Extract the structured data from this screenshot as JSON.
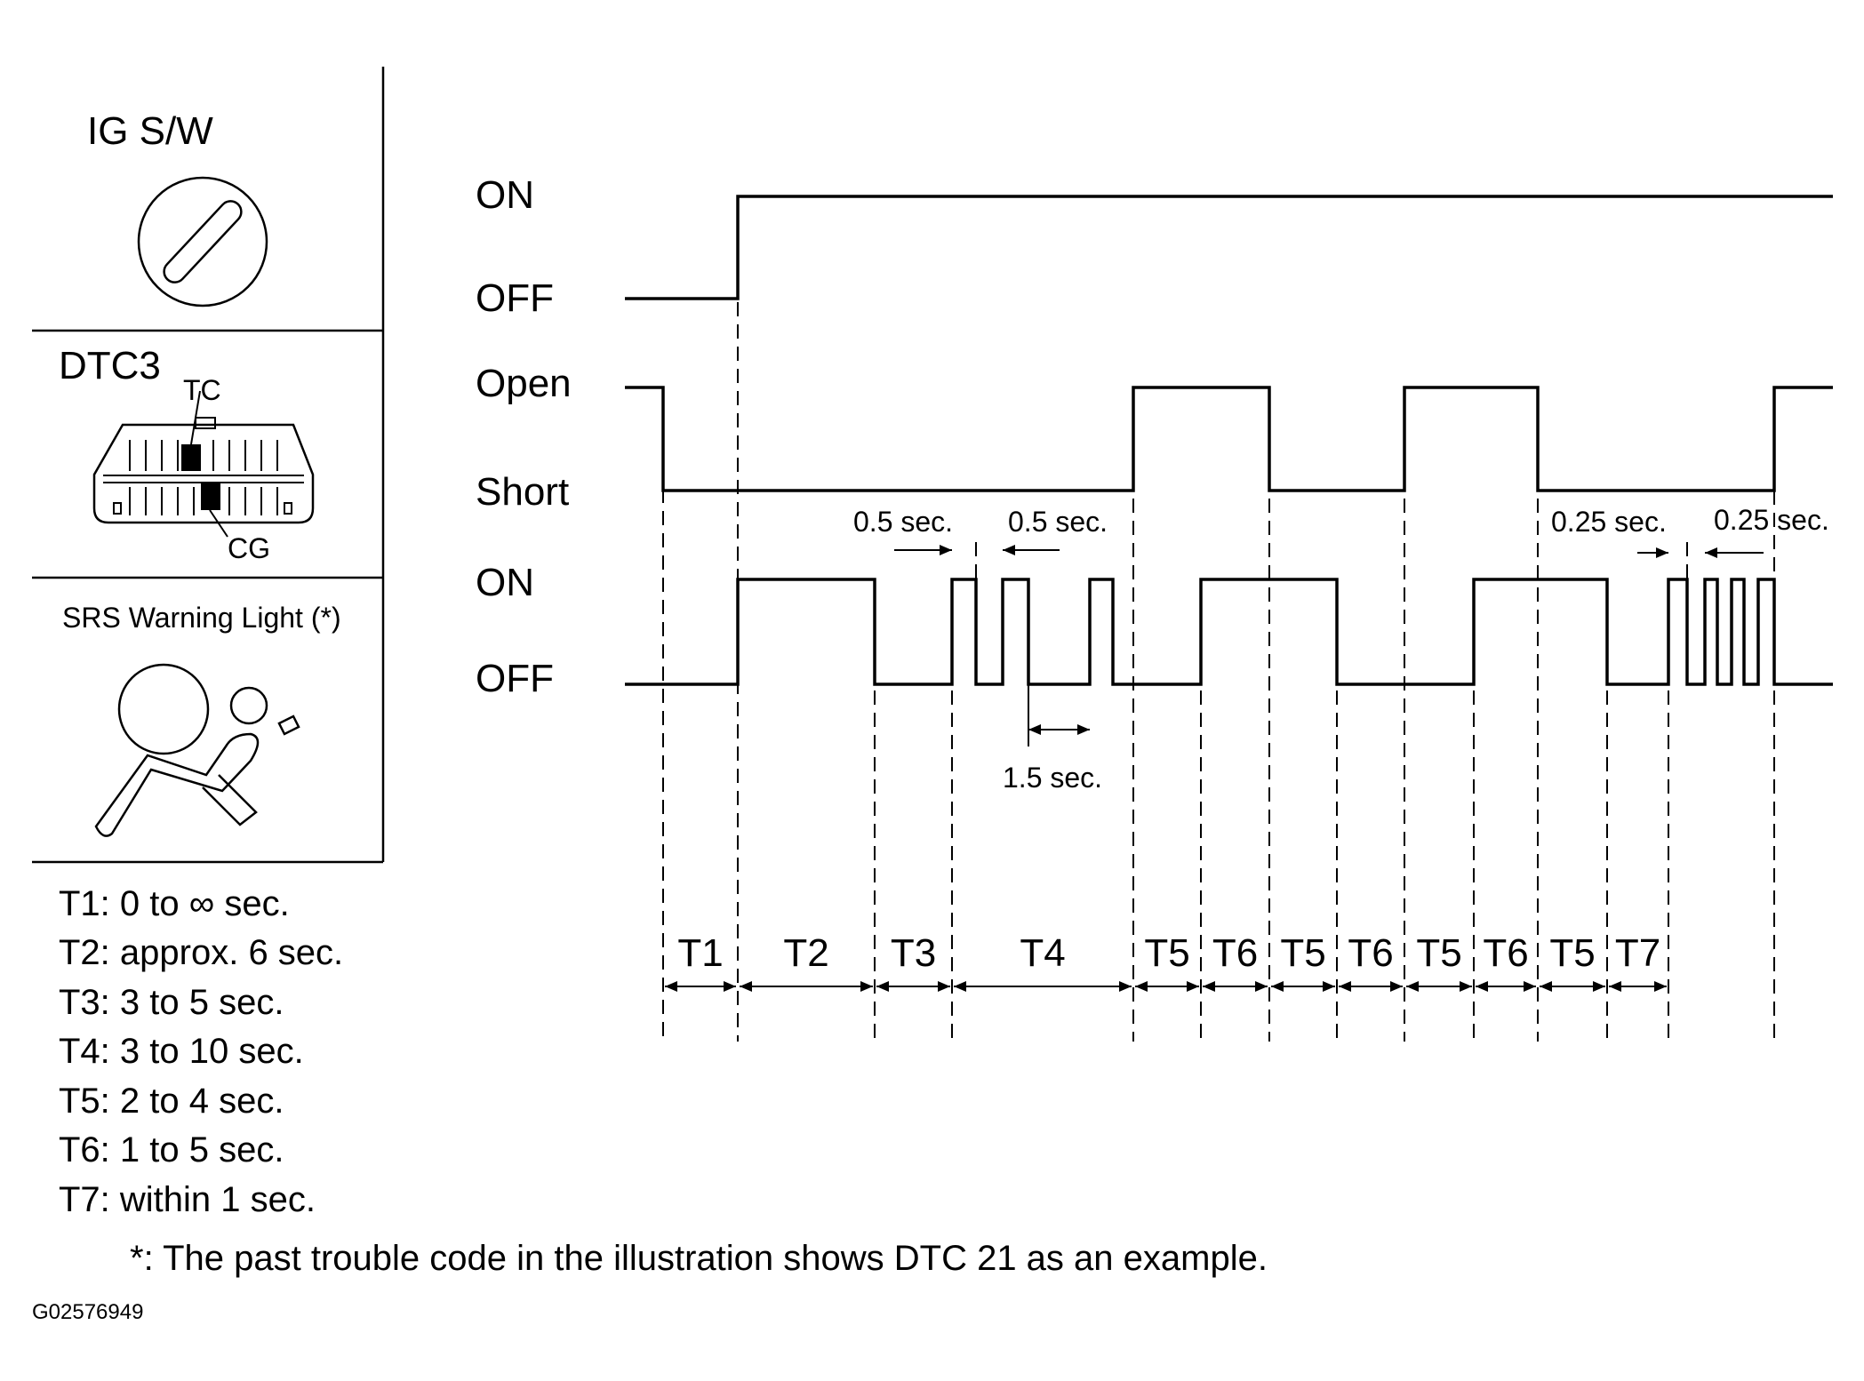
{
  "left_panel": {
    "ig_title": "IG S/W",
    "dtc3_title": "DTC3",
    "tc_label": "TC",
    "cg_label": "CG",
    "srs_title": "SRS Warning Light (*)"
  },
  "signals": {
    "ig": {
      "high": "ON",
      "low": "OFF"
    },
    "dtc3": {
      "high": "Open",
      "low": "Short"
    },
    "srs": {
      "high": "ON",
      "low": "OFF"
    }
  },
  "annotations": {
    "half_sec_left": "0.5 sec.",
    "half_sec_right": "0.5 sec.",
    "one_half_sec": "1.5 sec.",
    "quarter_sec_left": "0.25 sec.",
    "quarter_sec_right": "0.25 sec."
  },
  "intervals": [
    "T1",
    "T2",
    "T3",
    "T4",
    "T5",
    "T6",
    "T5",
    "T6",
    "T5",
    "T6",
    "T5",
    "T7"
  ],
  "legend": [
    "T1: 0 to ∞ sec.",
    "T2: approx. 6 sec.",
    "T3: 3 to 5 sec.",
    "T4: 3 to 10 sec.",
    "T5: 2 to 4 sec.",
    "T6: 1 to 5 sec.",
    "T7: within 1 sec."
  ],
  "footnote": "*: The past trouble code in the illustration shows DTC 21 as an example.",
  "figure_code": "G02576949"
}
